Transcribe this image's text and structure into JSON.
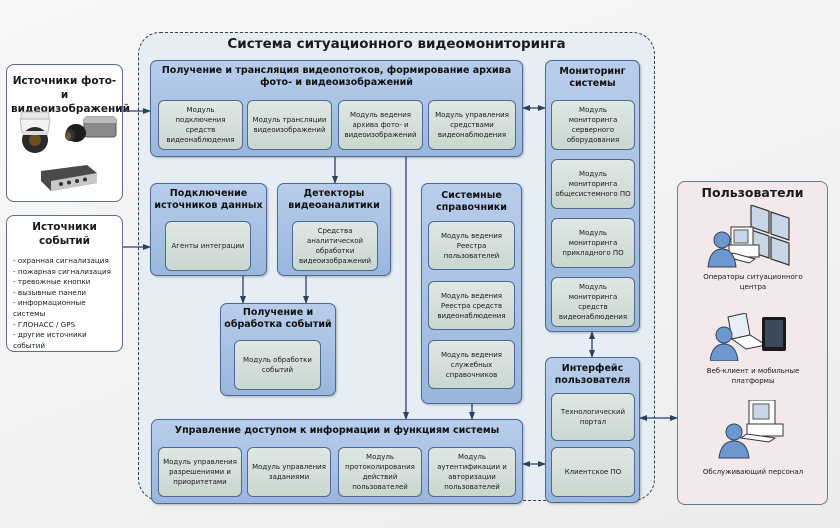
{
  "sources": {
    "photo_video": {
      "title": "Источники фото- и видеоизображений",
      "icons": [
        "dome-camera-icon",
        "box-camera-icon",
        "video-encoder-icon"
      ]
    },
    "events": {
      "title": "Источники событий",
      "items": [
        "- охранная сигнализация",
        "- пожарная сигнализация",
        "- тревожные кнопки",
        "- вызывные панели",
        "- информационные системы",
        "- ГЛОНАСС / GPS",
        "- другие источники событий"
      ]
    }
  },
  "system": {
    "title": "Система ситуационного видеомониторинга",
    "video": {
      "title": "Получение и трансляция видеопотоков, формирование архива фото- и видеоизображений",
      "modules": [
        "Модуль подключения средств видеонаблюдения",
        "Модуль трансляции видеоизображений",
        "Модуль ведения архива фото- и видеоизображений",
        "Модуль управления средствами видеонаблюдения"
      ]
    },
    "monitoring": {
      "title": "Мониторинг системы",
      "modules": [
        "Модуль мониторинга серверного оборудования",
        "Модуль мониторинга общесистемного ПО",
        "Модуль мониторинга прикладного ПО",
        "Модуль мониторинга средств видеонаблюдения"
      ]
    },
    "data_sources": {
      "title": "Подключение источников данных",
      "modules": [
        "Агенты интеграции"
      ]
    },
    "analytics": {
      "title": "Детекторы видеоаналитики",
      "modules": [
        "Средства аналитической обработки видеоизображений"
      ]
    },
    "directories": {
      "title": "Системные справочники",
      "modules": [
        "Модуль ведения Реестра пользователей",
        "Модуль ведения Реестра средств видеонаблюдения",
        "Модуль ведения служебных справочников"
      ]
    },
    "events": {
      "title": "Получение и обработка событий",
      "modules": [
        "Модуль обработки событий"
      ]
    },
    "access": {
      "title": "Управление доступом к информации и функциям системы",
      "modules": [
        "Модуль управления разрешениями и приоритетами",
        "Модуль управления заданиями",
        "Модуль протоколирования действий пользователей",
        "Модуль аутентификации и авторизации пользователей"
      ]
    },
    "ui": {
      "title": "Интерфейс пользователя",
      "modules": [
        "Технологический портал",
        "Клиентское ПО"
      ]
    }
  },
  "users": {
    "title": "Пользователи",
    "groups": [
      {
        "label": "Операторы ситуационного центра",
        "icon": "operator-video-wall-icon"
      },
      {
        "label": "Веб-клиент и мобильные платформы",
        "icon": "laptop-tablet-user-icon"
      },
      {
        "label": "Обслуживающий персонал",
        "icon": "maintenance-user-icon"
      }
    ]
  },
  "colors": {
    "block": "#a9c2e4",
    "module": "#d4e0d9",
    "border": "#4b6a94",
    "users_bg": "#f4e9ea",
    "system_bg": "#e7edf5"
  }
}
